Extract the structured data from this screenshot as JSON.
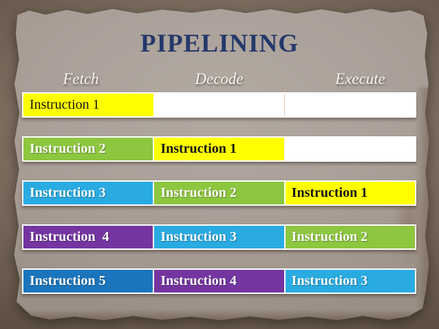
{
  "slide": {
    "title": "PIPELINING",
    "title_color": "#24396B"
  },
  "pipeline": {
    "stage_headers": [
      {
        "label": "Fetch"
      },
      {
        "label": "Decode"
      },
      {
        "label": "Execute"
      }
    ],
    "colors": {
      "yellow": "#FFFF00",
      "green": "#8DC63F",
      "cyan": "#29ABE2",
      "purple": "#7435A0",
      "blue": "#1B75BC",
      "empty": "#FFFFFF"
    },
    "rows": [
      {
        "cells": [
          {
            "label": "Instruction 1",
            "color": "yellow",
            "text": "dark",
            "bold": false
          },
          {
            "label": "",
            "color": "empty"
          },
          {
            "label": "",
            "color": "empty"
          }
        ]
      },
      {
        "cells": [
          {
            "label": "Instruction 2",
            "color": "green",
            "text": "light",
            "bold": true
          },
          {
            "label": "Instruction 1",
            "color": "yellow",
            "text": "dark",
            "bold": true
          },
          {
            "label": "",
            "color": "empty"
          }
        ]
      },
      {
        "cells": [
          {
            "label": "Instruction 3",
            "color": "cyan",
            "text": "light",
            "bold": true
          },
          {
            "label": "Instruction 2",
            "color": "green",
            "text": "light",
            "bold": true
          },
          {
            "label": "Instruction 1",
            "color": "yellow",
            "text": "dark",
            "bold": true
          }
        ]
      },
      {
        "cells": [
          {
            "label": "Instruction  4",
            "color": "purple",
            "text": "light",
            "bold": true
          },
          {
            "label": "Instruction 3",
            "color": "cyan",
            "text": "light",
            "bold": true
          },
          {
            "label": "Instruction 2",
            "color": "green",
            "text": "light",
            "bold": true
          }
        ]
      },
      {
        "cells": [
          {
            "label": "Instruction 5",
            "color": "blue",
            "text": "light",
            "bold": true
          },
          {
            "label": "Instruction 4",
            "color": "purple",
            "text": "light",
            "bold": true
          },
          {
            "label": "Instruction 3",
            "color": "cyan",
            "text": "light",
            "bold": true
          }
        ]
      }
    ]
  }
}
